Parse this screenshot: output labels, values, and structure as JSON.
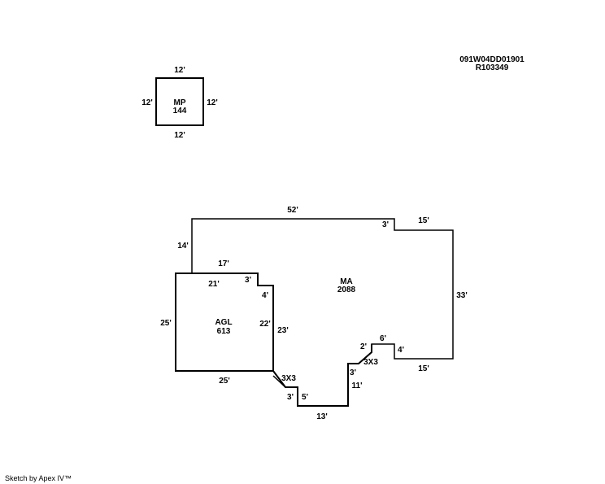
{
  "header": {
    "parcel_id": "091W04DD01901",
    "account_id": "R103349"
  },
  "areas": {
    "mp": {
      "code": "MP",
      "sqft": "144"
    },
    "ma": {
      "code": "MA",
      "sqft": "2088"
    },
    "agl": {
      "code": "AGL",
      "sqft": "613"
    }
  },
  "dimensions": {
    "mp_top": "12'",
    "mp_left": "12'",
    "mp_right": "12'",
    "mp_bottom": "12'",
    "ma_top": "52'",
    "ma_notch_top": "3'",
    "ma_top_right": "15'",
    "ma_left": "14'",
    "ma_right": "33'",
    "ma_bottom_right": "15'",
    "ma_right_step": "4'",
    "ma_step_top": "6'",
    "ma_step_left": "2'",
    "ma_diag_right": "3X3",
    "ma_right_lower_a": "3'",
    "ma_right_lower_b": "11'",
    "ma_bottom": "13'",
    "ma_bottom_left_a": "3'",
    "ma_bottom_left_b": "5'",
    "ma_diag_left": "3X3",
    "ma_inner_right": "23'",
    "agl_top_outer": "17'",
    "agl_top_inner": "21'",
    "agl_notch_a": "3'",
    "agl_notch_b": "4'",
    "agl_right": "22'",
    "agl_left": "25'",
    "agl_bottom": "25'"
  },
  "footer": {
    "credit": "Sketch by Apex IV™"
  }
}
